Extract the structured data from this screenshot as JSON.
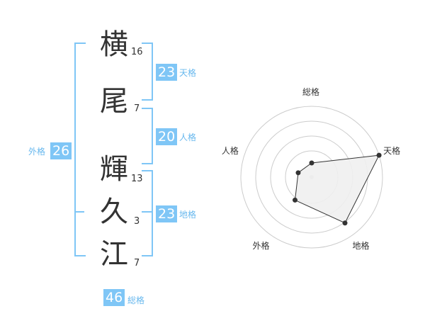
{
  "name": {
    "characters": [
      {
        "char": "横",
        "strokes": "16"
      },
      {
        "char": "尾",
        "strokes": "7"
      },
      {
        "char": "輝",
        "strokes": "13"
      },
      {
        "char": "久",
        "strokes": "3"
      },
      {
        "char": "江",
        "strokes": "7"
      }
    ]
  },
  "kakusu": {
    "tenkaku": {
      "value": "23",
      "label": "天格"
    },
    "jinkaku": {
      "value": "20",
      "label": "人格"
    },
    "chikaku": {
      "value": "23",
      "label": "地格"
    },
    "gaikaku": {
      "value": "26",
      "label": "外格"
    },
    "soukaku": {
      "value": "46",
      "label": "総格"
    }
  },
  "chart_data": {
    "type": "radar",
    "categories": [
      "総格",
      "天格",
      "地格",
      "外格",
      "人格"
    ],
    "values": [
      1,
      5,
      4,
      2,
      1
    ],
    "range": [
      0,
      5
    ],
    "grid_rings": 4,
    "colors": {
      "fill": "#f0f0f0",
      "line": "#333333",
      "grid": "#cccccc",
      "accent": "#7fc6f6"
    }
  }
}
